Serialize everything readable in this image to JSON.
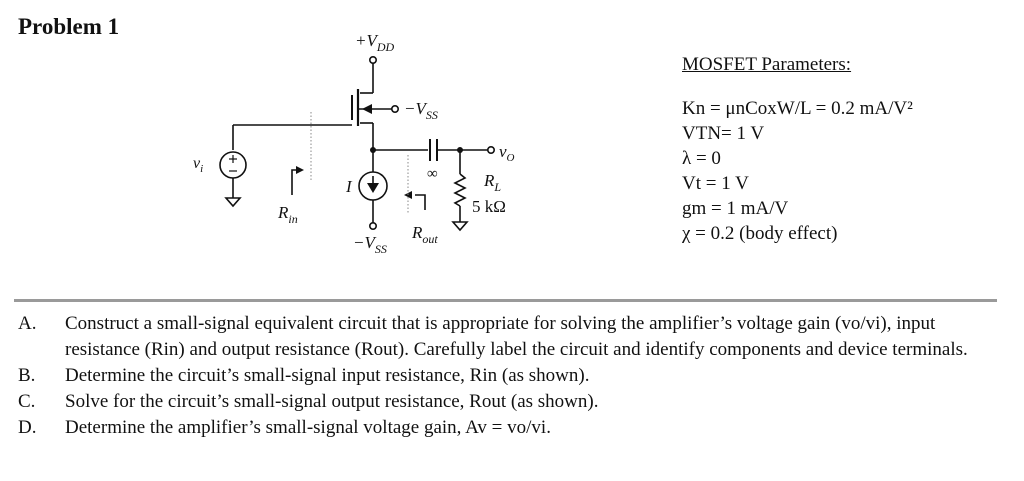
{
  "problem_title": "Problem 1",
  "circuit": {
    "vdd_label": "+V",
    "vdd_sub": "DD",
    "vss_gate_label": "−V",
    "vss_gate_sub": "SS",
    "vss_bottom_label": "−V",
    "vss_bottom_sub": "SS",
    "vi_label": "v",
    "vi_sub": "i",
    "rin_label": "R",
    "rin_sub": "in",
    "rout_label": "R",
    "rout_sub": "out",
    "current_source_label": "I",
    "capacitor_label": "∞",
    "vo_label": "v",
    "vo_sub": "O",
    "rl_label": "R",
    "rl_sub": "L",
    "rl_value": "5 kΩ"
  },
  "parameters": {
    "heading": "MOSFET Parameters:",
    "kn": "Kn = μnCoxW/L = 0.2 mA/V²",
    "vtn": "VTN= 1 V",
    "lambda": "λ = 0",
    "vt": "Vt = 1 V",
    "gm": "gm = 1 mA/V",
    "chi": "χ = 0.2 (body effect)"
  },
  "questions": [
    {
      "letter": "A.",
      "text": "Construct a small-signal equivalent circuit that is appropriate for solving the amplifier’s voltage gain (vo/vi), input resistance (Rin) and output resistance (Rout). Carefully label the circuit and identify components and device terminals."
    },
    {
      "letter": "B.",
      "text": "Determine the circuit’s small-signal input resistance, Rin (as shown)."
    },
    {
      "letter": "C.",
      "text": "Solve for the circuit’s small-signal output resistance, Rout (as shown)."
    },
    {
      "letter": "D.",
      "text": "Determine the amplifier’s small-signal voltage gain, Av = vo/vi."
    }
  ]
}
